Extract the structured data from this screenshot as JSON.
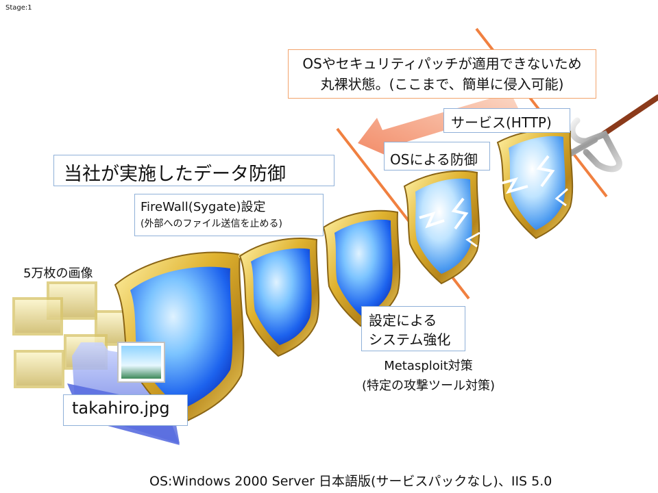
{
  "stage_label": "Stage:1",
  "warning": {
    "line1": "OSやセキュリティパッチが適用できないため",
    "line2": "丸裸状態。(ここまで、簡単に侵入可能)"
  },
  "service_label": "サービス(HTTP)",
  "os_defense_label": "OSによる防御",
  "company_defense_title": "当社が実施したデータ防御",
  "firewall": {
    "line1": "FireWall(Sygate)設定",
    "line2": "(外部へのファイル送信を止める)"
  },
  "system_hardening": {
    "line1": "設定による",
    "line2": "システム強化"
  },
  "metasploit": {
    "line1": "Metasploit対策",
    "line2": "(特定の攻撃ツール対策)"
  },
  "image_count_label": "5万枚の画像",
  "file_name": "takahiro.jpg",
  "environment": "OS:Windows 2000 Server 日本語版(サービスパックなし)、IIS 5.0",
  "colors": {
    "accent_orange": "#f08040",
    "box_border": "#8fb0d8",
    "shield_gold": "#d4a620",
    "shield_blue": "#1a5fe8"
  }
}
